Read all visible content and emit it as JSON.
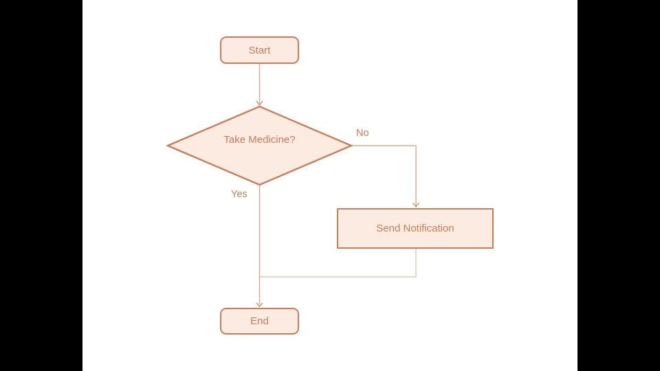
{
  "scene": {
    "letterbox_color": "#000000",
    "background_color": "#ffffff"
  },
  "flowchart": {
    "nodes": {
      "start": {
        "label": "Start",
        "shape": "rounded-rect"
      },
      "decision": {
        "label": "Take Medicine?",
        "shape": "diamond"
      },
      "notify": {
        "label": "Send Notification",
        "shape": "rect"
      },
      "end": {
        "label": "End",
        "shape": "rounded-rect"
      }
    },
    "edges": [
      {
        "from": "start",
        "to": "decision",
        "label": ""
      },
      {
        "from": "decision",
        "to": "notify",
        "label": "No"
      },
      {
        "from": "decision",
        "to": "end",
        "label": "Yes"
      },
      {
        "from": "notify",
        "to": "end",
        "label": ""
      }
    ],
    "colors": {
      "node_fill": "#fbebe0",
      "node_border": "#cd7c55",
      "node_text": "#c97d5b",
      "connector": "#e0a68b",
      "connector_light": "#e9c2ad",
      "arrowhead": "#cf8a64",
      "letterbox": "#000000",
      "background": "#ffffff"
    }
  }
}
